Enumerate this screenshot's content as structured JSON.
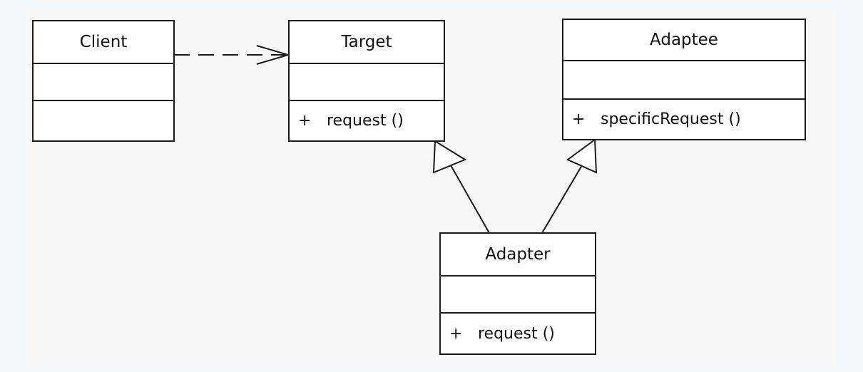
{
  "classes": {
    "client": {
      "name": "Client",
      "operations": []
    },
    "target": {
      "name": "Target",
      "operations": [
        {
          "visibility": "+",
          "signature": "request ()"
        }
      ]
    },
    "adaptee": {
      "name": "Adaptee",
      "operations": [
        {
          "visibility": "+",
          "signature": "specificRequest ()"
        }
      ]
    },
    "adapter": {
      "name": "Adapter",
      "operations": [
        {
          "visibility": "+",
          "signature": "request ()"
        }
      ]
    }
  },
  "relations": [
    {
      "from": "Client",
      "to": "Target",
      "kind": "dependency"
    },
    {
      "from": "Adapter",
      "to": "Target",
      "kind": "generalization"
    },
    {
      "from": "Adapter",
      "to": "Adaptee",
      "kind": "generalization"
    }
  ],
  "colors": {
    "background": "#f1f7fa",
    "canvas": "#f7f7f7",
    "line": "#1a1a1a"
  }
}
